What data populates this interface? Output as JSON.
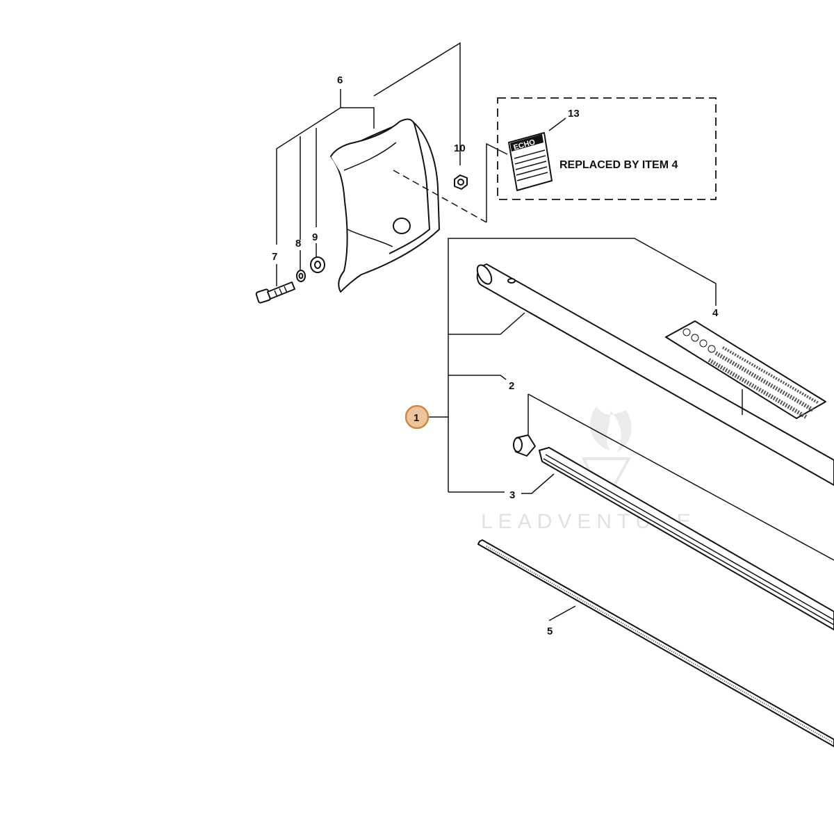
{
  "callouts": {
    "c1": "1",
    "c2": "2",
    "c3": "3",
    "c4": "4",
    "c5": "5",
    "c6": "6",
    "c7": "7",
    "c8": "8",
    "c9": "9",
    "c10": "10",
    "c13": "13"
  },
  "note": "REPLACED BY ITEM 4",
  "label_brand": "ECHO",
  "watermark": "LEADVENTURE",
  "colors": {
    "line": "#111111",
    "highlight_fill": "#f0c49a",
    "highlight_stroke": "#c98a45",
    "watermark": "#c9c9c9"
  }
}
